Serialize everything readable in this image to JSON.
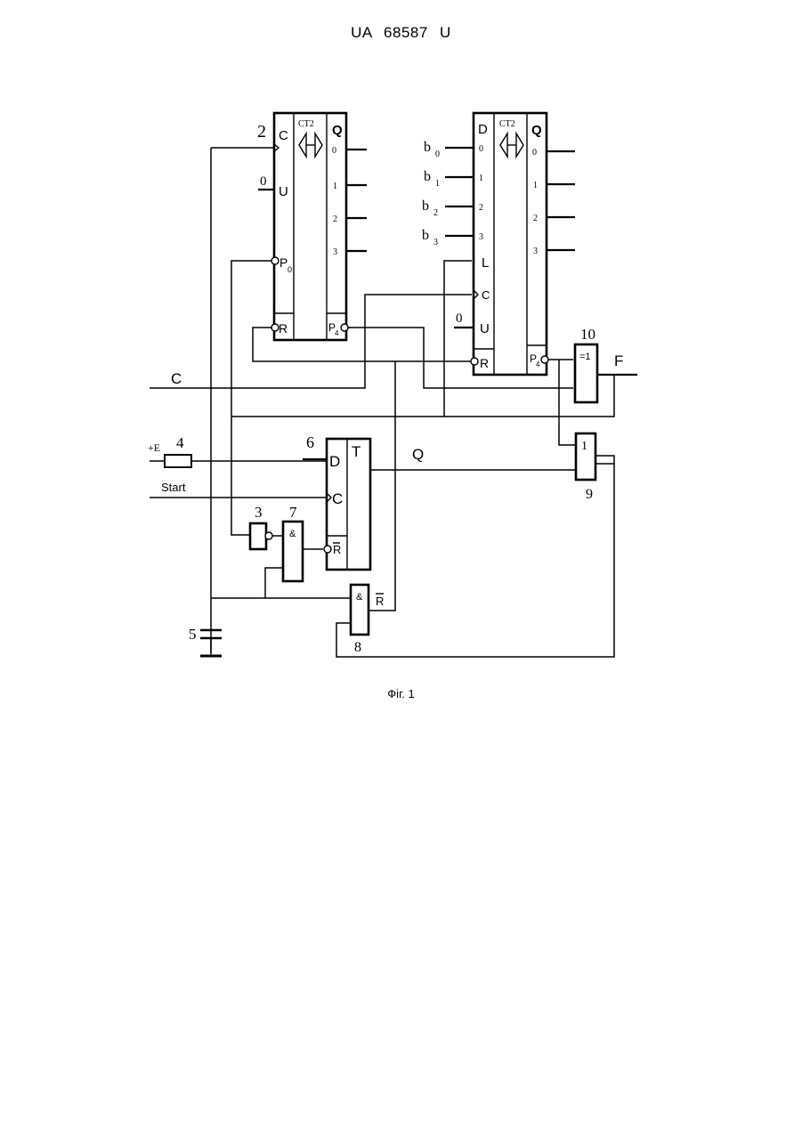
{
  "header": "UA 68587 U",
  "caption": "Фіг. 1",
  "counter_2": {
    "number": "2",
    "c": "C",
    "u": "U",
    "u_in": "0",
    "p0": "P",
    "p0_sub": "0",
    "r": "R",
    "p4": "P",
    "p4_sub": "4",
    "ct": "CT2",
    "q": "Q",
    "outs": [
      "0",
      "1",
      "2",
      "3"
    ]
  },
  "counter_1": {
    "d": "D",
    "ct": "CT2",
    "q": "Q",
    "ins": [
      "0",
      "1",
      "2",
      "3"
    ],
    "outs": [
      "0",
      "1",
      "2",
      "3"
    ],
    "b": "b",
    "b_subs": [
      "0",
      "1",
      "2",
      "3"
    ],
    "l": "L",
    "c": "C",
    "u": "U",
    "u_in": "0",
    "r": "R",
    "p4": "P",
    "p4_sub": "4"
  },
  "gate_10": {
    "number": "10",
    "symbol": "=1",
    "out": "F"
  },
  "gate_9": {
    "number": "9",
    "symbol": "1"
  },
  "trigger_6": {
    "number": "6",
    "d": "D",
    "c": "C",
    "r": "R",
    "t": "T",
    "q": "Q"
  },
  "inverter_3": {
    "number": "3"
  },
  "gate_7": {
    "number": "7",
    "symbol": "&"
  },
  "gate_8": {
    "number": "8",
    "symbol": "&",
    "r_out": "R"
  },
  "resistor_4": {
    "number": "4",
    "supply": "+E"
  },
  "capacitor_5": {
    "number": "5"
  },
  "clock_label": "C",
  "start_label": "Start"
}
